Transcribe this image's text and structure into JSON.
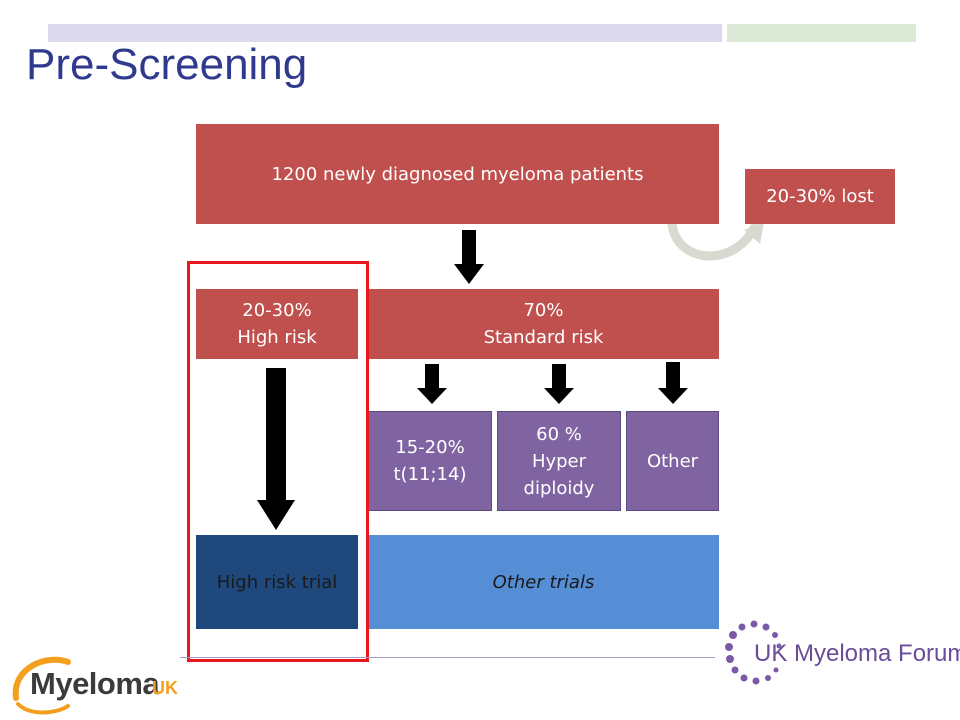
{
  "title": "Pre-Screening",
  "flow": {
    "top_box": "1200 newly diagnosed myeloma patients",
    "lost_box": "20-30% lost",
    "high_risk_box": "20-30%\nHigh risk",
    "standard_risk_box": "70%\nStandard risk",
    "subgroups": [
      "15-20%\nt(11;14)",
      "60 %\nHyper\ndiploidy",
      "Other"
    ],
    "high_risk_trial": "High risk trial",
    "other_trials": "Other trials"
  },
  "logos": {
    "myeloma_uk_main": "Myeloma",
    "myeloma_uk_suffix": "UK",
    "forum": "UK Myeloma Forum"
  },
  "colors": {
    "title": "#2f3a8f",
    "red_box": "#c0504d",
    "purple_box": "#8064a2",
    "blue_box": "#558ed5",
    "navy_box": "#1f497d",
    "highlight": "#e8171e"
  }
}
